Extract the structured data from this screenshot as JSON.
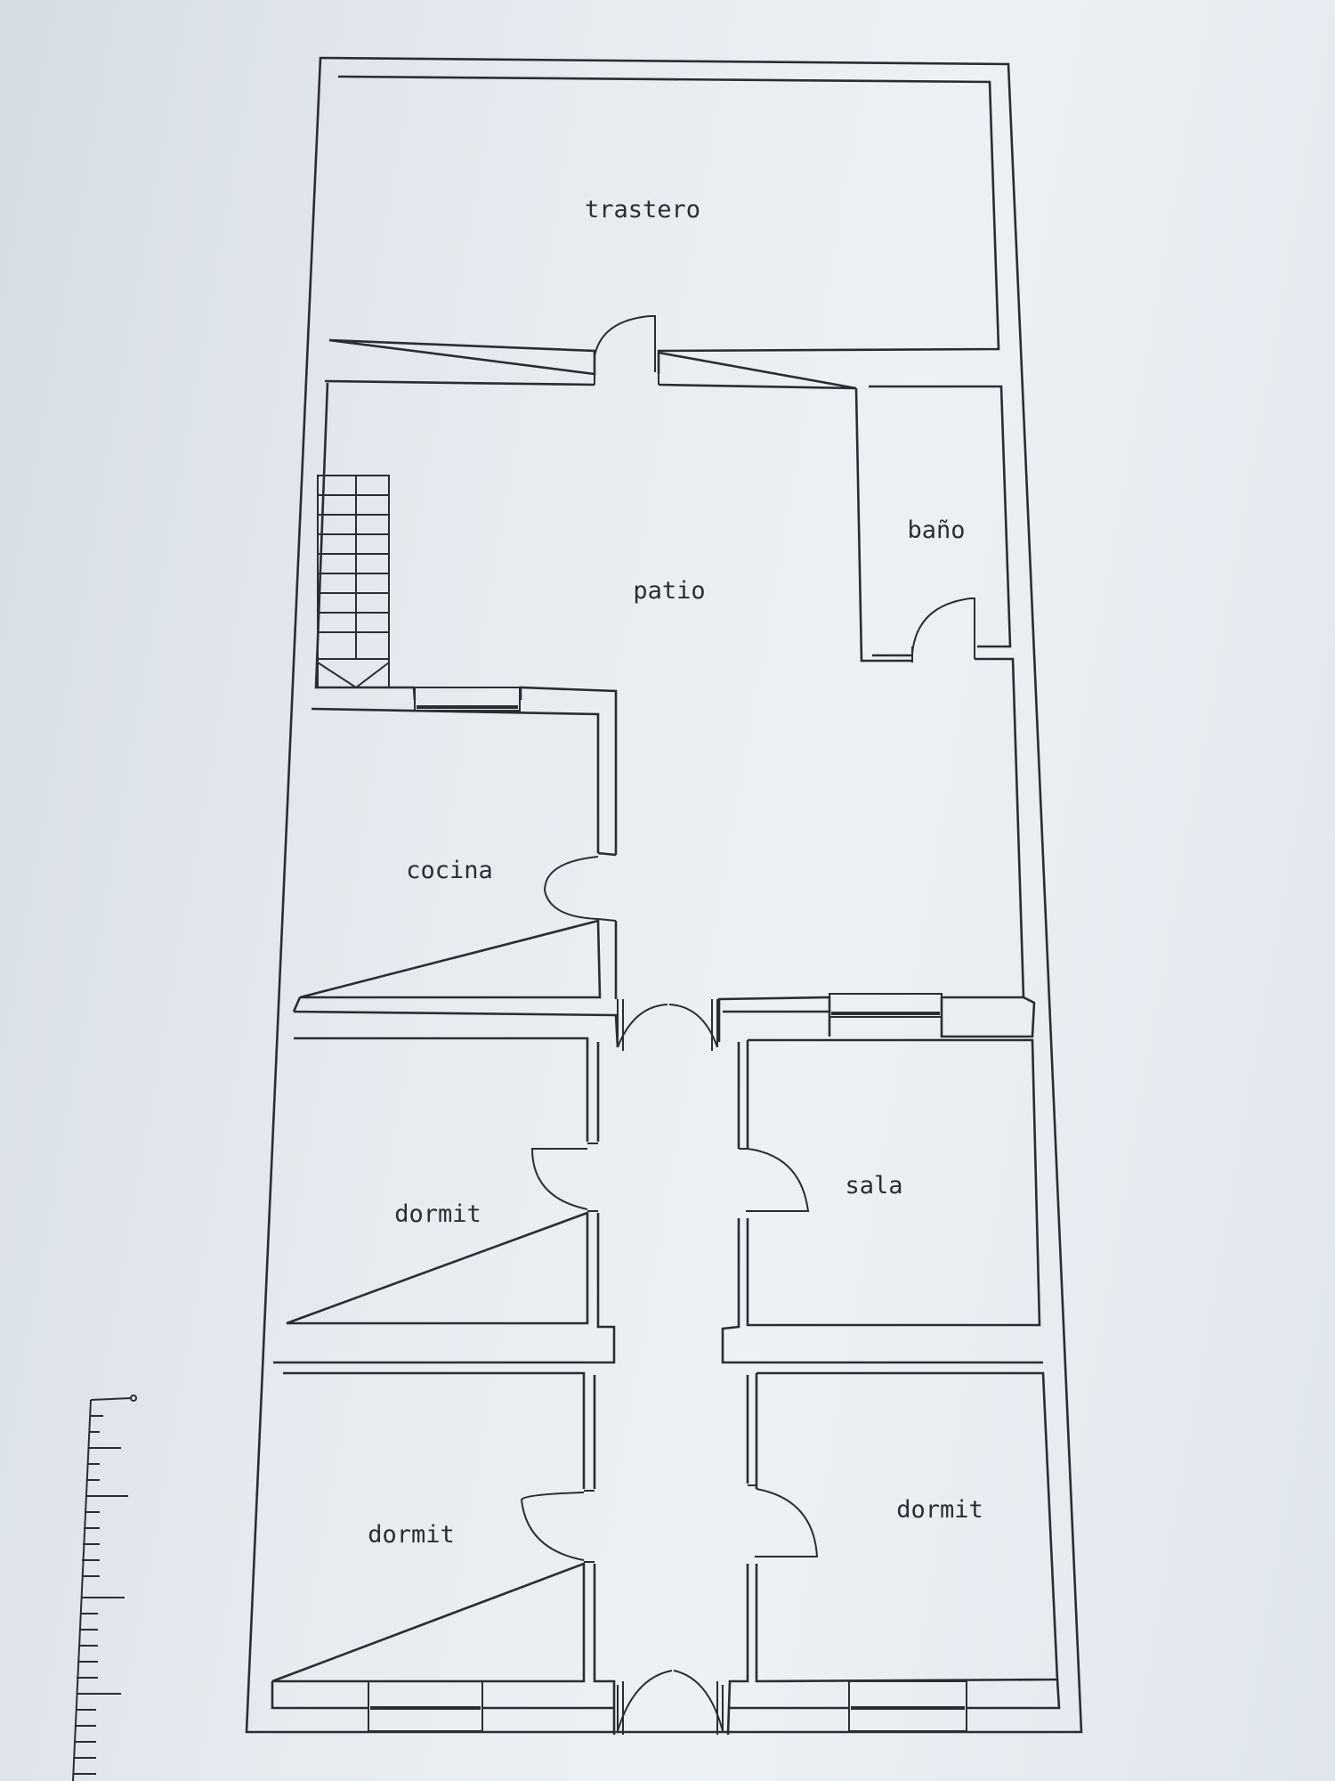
{
  "rooms": {
    "trastero": "trastero",
    "patio": "patio",
    "bano": "baño",
    "cocina": "cocina",
    "dormit_left_upper": "dormit",
    "sala": "sala",
    "dormit_left_lower": "dormit",
    "dormit_right_lower": "dormit"
  },
  "colors": {
    "ink": "#2a2e33",
    "paper": "#e6ebf0"
  }
}
